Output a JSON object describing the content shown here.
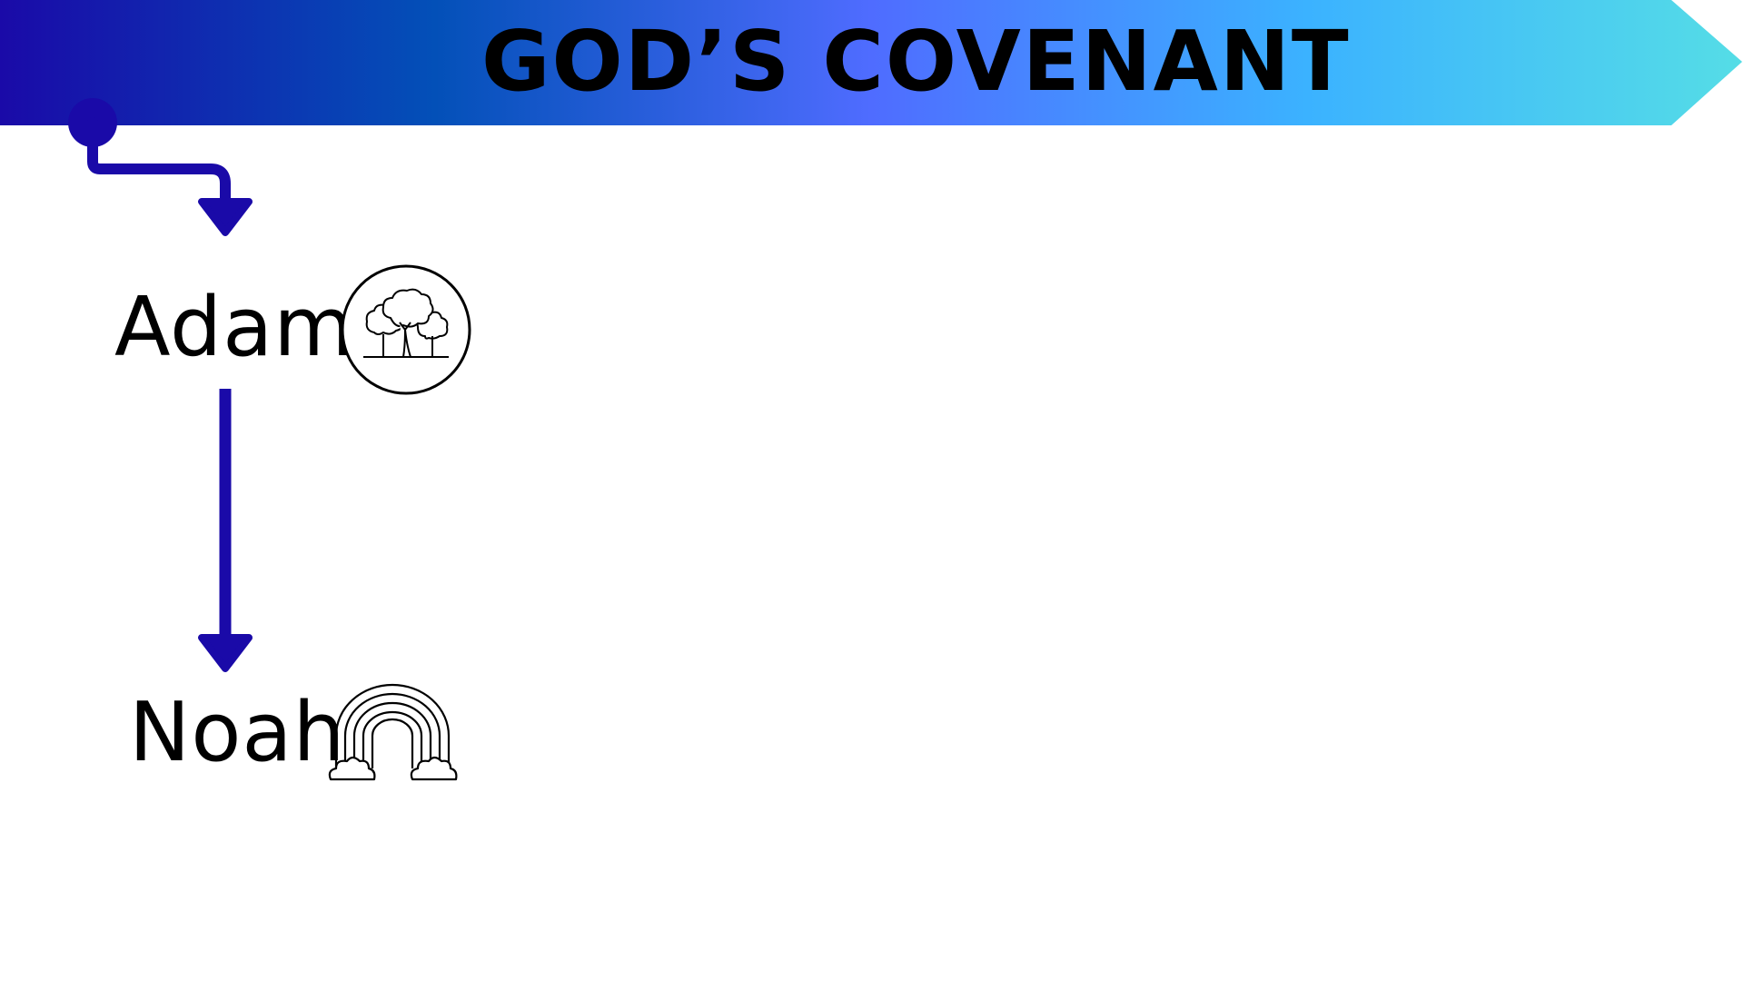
{
  "banner": {
    "title": "GOD’S COVENANT",
    "gradient_colors": [
      "#1a0aa8",
      "#0350b8",
      "#4f6cff",
      "#3bb2ff",
      "#55dde6"
    ]
  },
  "diagram": {
    "accent_color": "#1a0aa8",
    "nodes": [
      {
        "label": "Adam",
        "icon": "tree-icon"
      },
      {
        "label": "Noah",
        "icon": "rainbow-icon"
      }
    ]
  }
}
